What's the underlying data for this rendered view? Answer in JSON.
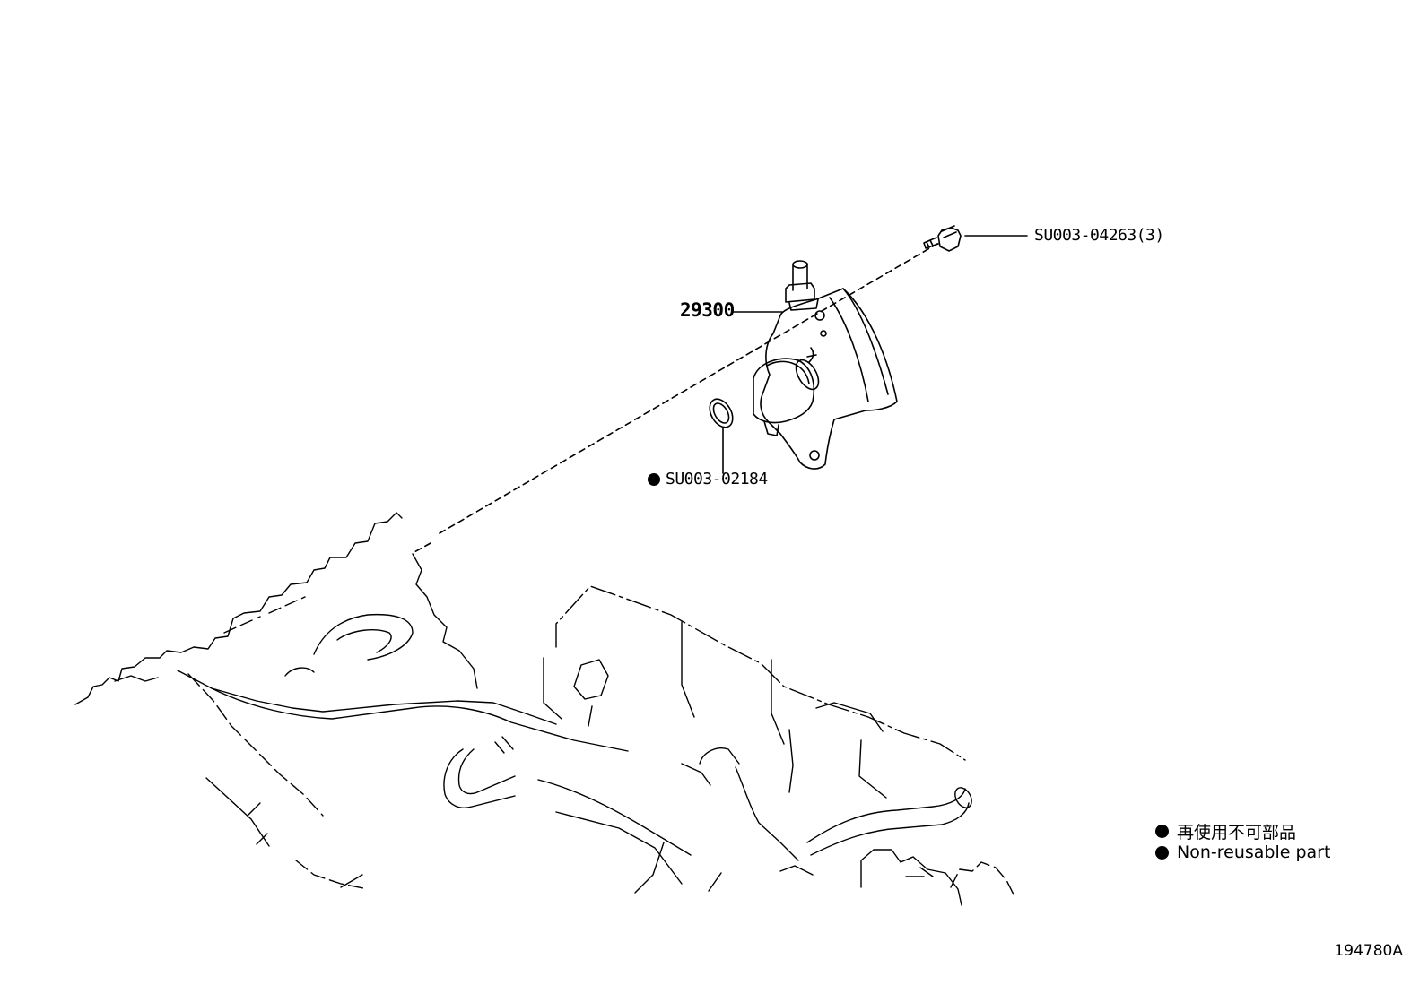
{
  "callouts": {
    "bolt": "SU003-04263(3)",
    "pump": "29300",
    "oring": "SU003-02184"
  },
  "legend": {
    "line_ja": "再使用不可部品",
    "line_en": "Non-reusable part"
  },
  "figure_id": "194780A",
  "colors": {
    "ink": "#000000",
    "paper": "#ffffff"
  }
}
